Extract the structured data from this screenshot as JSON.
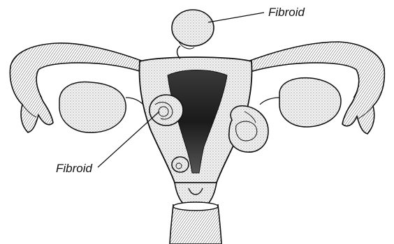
{
  "labels": {
    "fibroid_top": "Fibroid",
    "fibroid_left": "Fibroid"
  },
  "colors": {
    "ink": "#111111",
    "paper": "#ffffff",
    "shade_light": "#e6e6e6",
    "shade_dark": "#1a1a1a"
  },
  "icons": [
    "uterus-illustration",
    "fallopian-tube-left",
    "fallopian-tube-right",
    "ovary-left",
    "ovary-right",
    "fibroid-subserosal",
    "fibroid-intramural",
    "fibroid-small",
    "fibroid-right",
    "cervix",
    "vagina"
  ]
}
